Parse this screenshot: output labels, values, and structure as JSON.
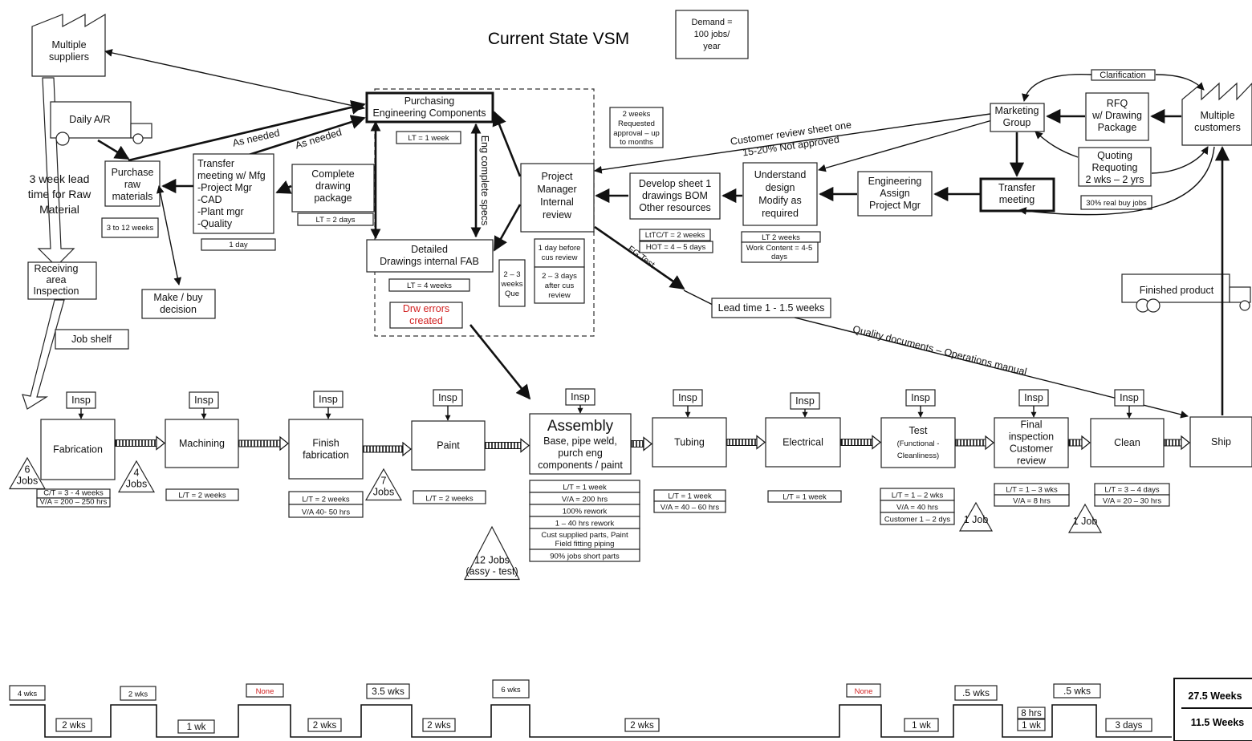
{
  "title": "Current State VSM",
  "demand": [
    "Demand =",
    "100 jobs/",
    "year"
  ],
  "top": {
    "multiple_suppliers": [
      "Multiple",
      "suppliers"
    ],
    "daily_ar": "Daily A/R",
    "lead_time_raw": [
      "3 week lead",
      "time for Raw",
      "Material"
    ],
    "purchase_raw": [
      "Purchase",
      "raw",
      "materials"
    ],
    "purchase_raw_lt": "3 to 12 weeks",
    "transfer_meeting_mfg": [
      "Transfer",
      "meeting w/ Mfg",
      "-Project Mgr",
      "-CAD",
      "-Plant mgr",
      "-Quality"
    ],
    "transfer_meeting_mfg_lt": "1 day",
    "complete_drawing": [
      "Complete",
      "drawing",
      "package"
    ],
    "complete_drawing_lt": "LT = 2 days",
    "as_needed_1": "As needed",
    "as_needed_2": "As needed",
    "receiving": [
      "Receiving",
      "area",
      "Inspection"
    ],
    "make_buy": [
      "Make / buy",
      "decision"
    ],
    "job_shelf": "Job shelf",
    "purchasing": [
      "Purchasing",
      "Engineering Components"
    ],
    "purchasing_lt": "LT = 1 week",
    "eng_complete_specs": "Eng complete specs",
    "detailed_drawings": [
      "Detailed",
      "Drawings internal FAB"
    ],
    "detailed_drawings_lt": "LT = 4 weeks",
    "drw_errors": [
      "Drw errors",
      "created"
    ],
    "que": [
      "2 – 3",
      "weeks",
      "Que"
    ],
    "pm_review": [
      "Project",
      "Manager",
      "Internal",
      "review"
    ],
    "pm_day_before": [
      "1 day before",
      "cus review"
    ],
    "pm_after": [
      "2 – 3 days",
      "after cus",
      "review"
    ],
    "approval_note": [
      "2 weeks",
      "Requested",
      "approval – up",
      "to  months"
    ],
    "customer_review": [
      "Customer review sheet one",
      "15-20% Not approved"
    ],
    "develop_sheet": [
      "Develop sheet 1",
      "drawings BOM",
      "Other resources"
    ],
    "develop_lt": [
      "LtTC/T = 2 weeks",
      "HOT = 4 – 5  days"
    ],
    "understand": [
      "Understand",
      "design",
      "Modify as",
      "required"
    ],
    "understand_lt": [
      "LT 2 weeks",
      "Work Content = 4-5",
      "days"
    ],
    "eng_assign": [
      "Engineering",
      "Assign",
      "Project Mgr"
    ],
    "transfer_meeting": [
      "Transfer",
      "meeting"
    ],
    "marketing": [
      "Marketing",
      "Group"
    ],
    "rfq": [
      "RFQ",
      "w/ Drawing",
      "Package"
    ],
    "multiple_customers": [
      "Multiple",
      "customers"
    ],
    "clarification": "Clarification",
    "quoting": [
      "Quoting",
      "Requoting",
      "2 wks – 2 yrs"
    ],
    "real_buy": "30% real buy jobs",
    "fg_test": "FG Test",
    "lead_time_fg": "Lead time 1 - 1.5 weeks",
    "quality_docs": "Quality documents – Operations manual",
    "finished_product": "Finished product"
  },
  "insp_label": "Insp",
  "processes": [
    {
      "name": [
        "Fabrication"
      ],
      "data": [
        "C/T = 3 - 4 weeks",
        "V/A = 200 – 250 hrs"
      ]
    },
    {
      "name": [
        "Machining"
      ],
      "data": [
        "L/T = 2 weeks"
      ]
    },
    {
      "name": [
        "Finish",
        "fabrication"
      ],
      "data": [
        "L/T = 2 weeks",
        "V/A 40- 50 hrs"
      ]
    },
    {
      "name": [
        "Paint"
      ],
      "data": [
        "L/T = 2 weeks"
      ]
    },
    {
      "name": [
        "Assembly",
        "Base, pipe weld,",
        "purch eng",
        "components / paint"
      ],
      "data": [
        "L/T = 1 week",
        "V/A = 200 hrs",
        "100% rework",
        "1 – 40 hrs rework",
        "Cust supplied parts, Paint Field fitting piping",
        "90% jobs short parts"
      ]
    },
    {
      "name": [
        "Tubing"
      ],
      "data": [
        "L/T = 1 week",
        "V/A = 40 – 60 hrs"
      ]
    },
    {
      "name": [
        "Electrical"
      ],
      "data": [
        "L/T = 1 week"
      ]
    },
    {
      "name": [
        "Test",
        "(Functional -",
        "Cleanliness)"
      ],
      "data": [
        "L/T = 1 – 2 wks",
        "V/A = 40 hrs",
        "Customer 1 – 2 dys"
      ]
    },
    {
      "name": [
        "Final",
        "inspection",
        "Customer",
        "review"
      ],
      "data": [
        "L/T = 1 – 3 wks",
        "V/A = 8 hrs"
      ]
    },
    {
      "name": [
        "Clean"
      ],
      "data": [
        "L/T = 3 – 4 days",
        "V/A = 20 – 30 hrs"
      ]
    },
    {
      "name": [
        "Ship"
      ],
      "data": []
    }
  ],
  "inventory": [
    [
      "6",
      "Jobs"
    ],
    [
      "4",
      "Jobs"
    ],
    [
      "7",
      "Jobs"
    ],
    [
      "12 Jobs",
      "(assy - test)"
    ],
    [
      "1 Job"
    ],
    [
      "1 Job"
    ]
  ],
  "timeline": {
    "upper": [
      "4 wks",
      "2 wks",
      "None",
      "3.5 wks",
      "6 wks",
      "None",
      ".5 wks",
      ".5 wks"
    ],
    "lower": [
      "2 wks",
      "1 wk",
      "2 wks",
      "2 wks",
      "2 wks",
      "1 wk",
      "8 hrs",
      "1 wk",
      "3 days"
    ],
    "total_lead": "27.5  Weeks",
    "total_va": "11.5 Weeks"
  },
  "colors": {
    "error_text": "#d11f1f",
    "line": "#111111"
  }
}
